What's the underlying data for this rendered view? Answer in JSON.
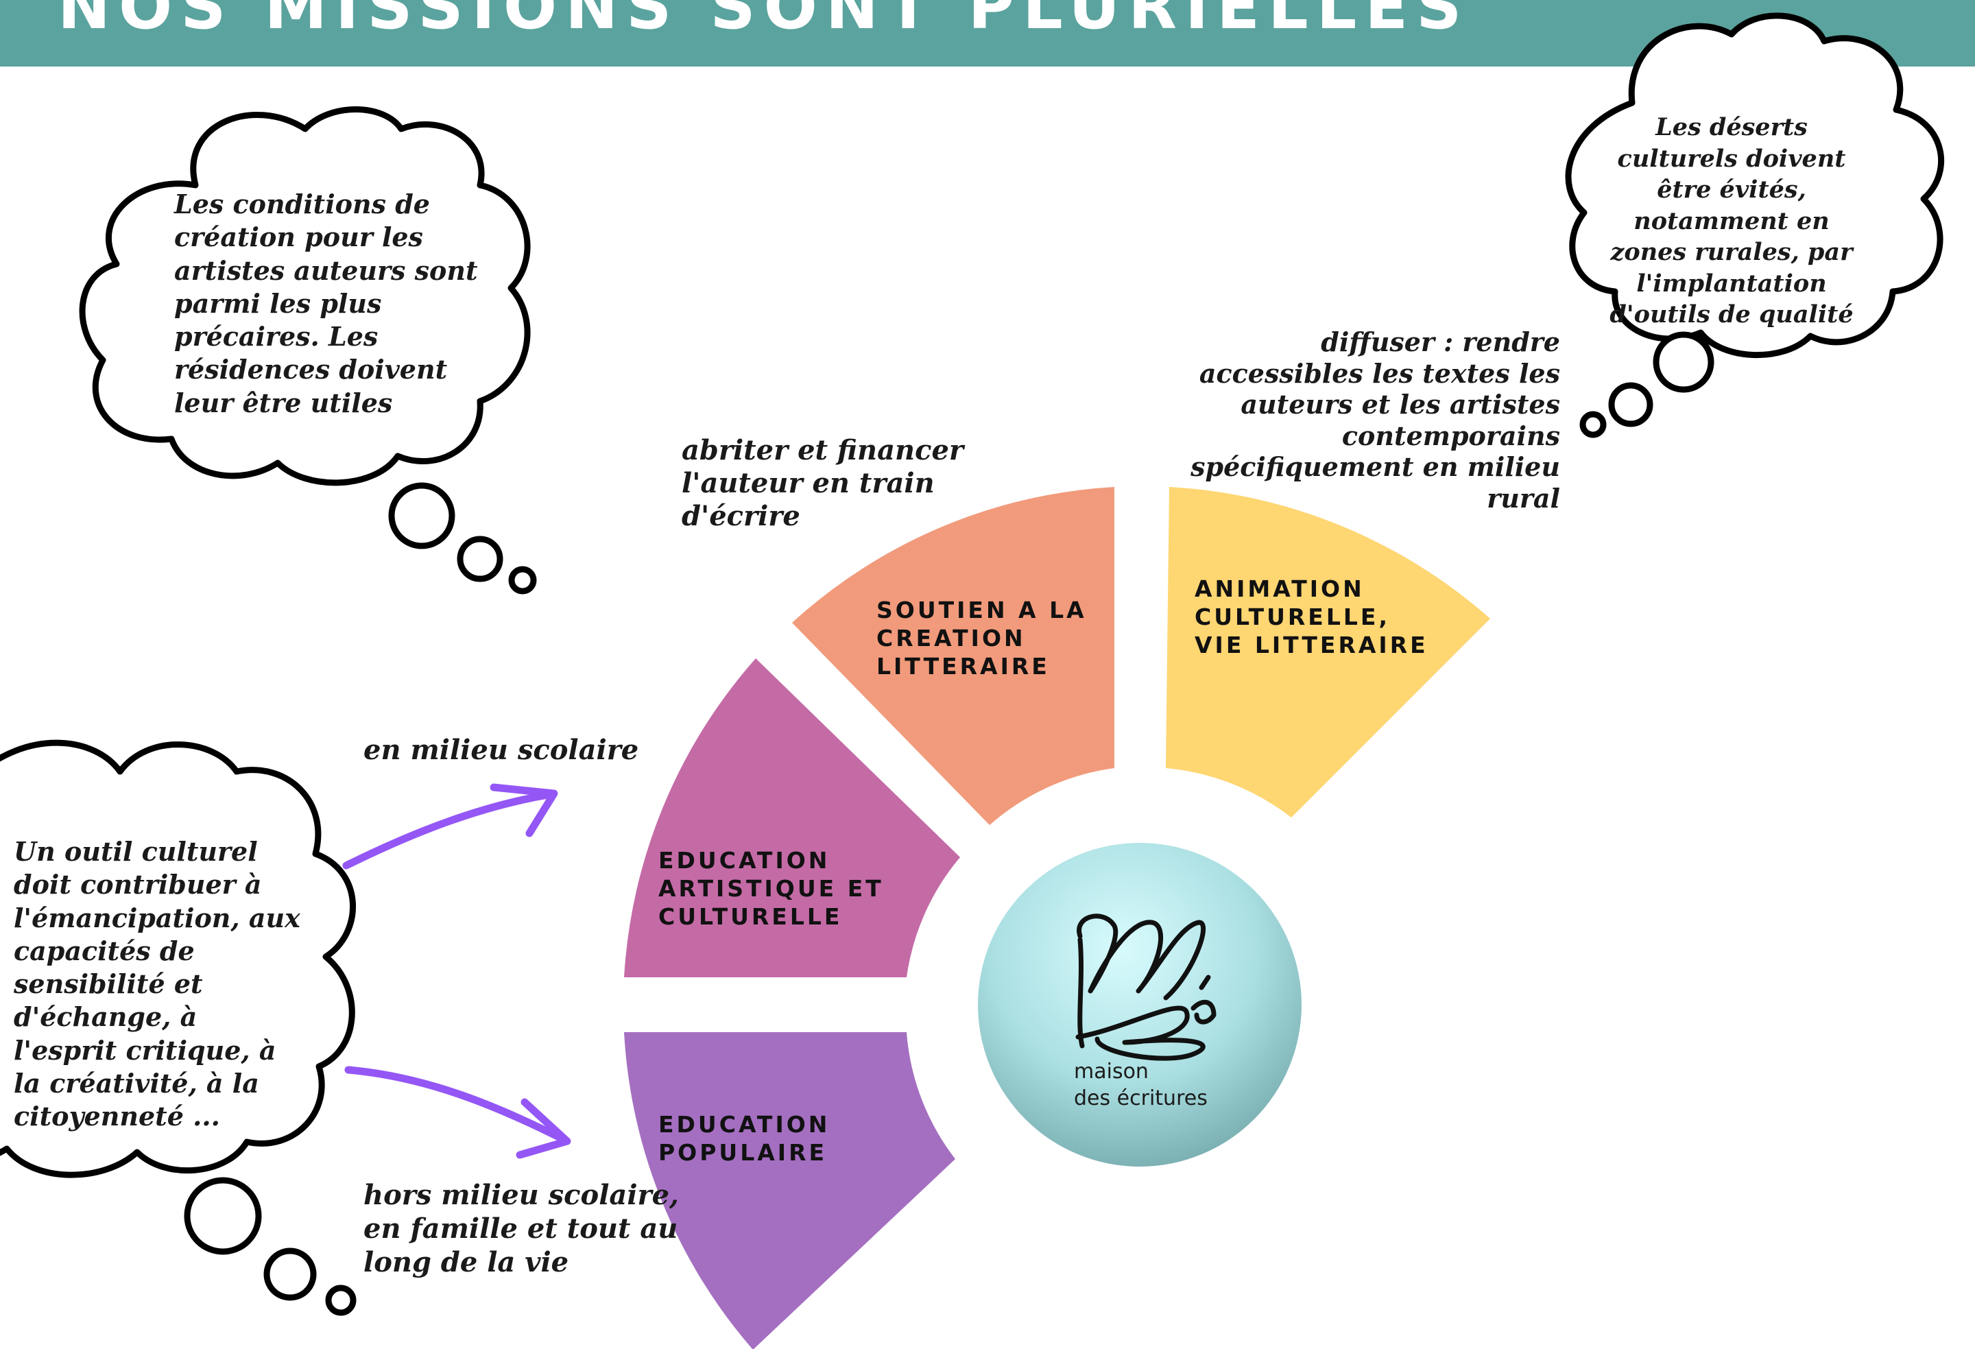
{
  "header": {
    "title": "Nos missions sont plurielles",
    "color": "#5ba39e"
  },
  "thoughts": {
    "top_left": "Les conditions de création pour les artistes auteurs sont parmi les plus précaires. Les résidences doivent leur être utiles",
    "top_right": "Les déserts culturels doivent être évités, notamment en zones rurales, par l'implantation d'outils de qualité",
    "left": "Un outil culturel doit contribuer à l'émancipation, aux capacités de sensibilité et d'échange, à l'esprit critique, à la créativité, à la citoyenneté ..."
  },
  "notes": {
    "diffuser": "diffuser : rendre accessibles les textes les auteurs et les artistes contemporains spécifiquement en milieu rural",
    "abriter": "abriter et financer l'auteur en train d'écrire",
    "milieu_scolaire": "en milieu scolaire",
    "hors_milieu": "hors milieu scolaire, en famille et tout au long de la vie"
  },
  "segments": [
    {
      "id": "soutien",
      "label": "SOUTIEN A LA CREATION LITTERAIRE",
      "color": "#f19b7c"
    },
    {
      "id": "animation",
      "label": "ANIMATION CULTURELLE, VIE LITTERAIRE",
      "color": "#fed672"
    },
    {
      "id": "education-artistique",
      "label": "EDUCATION ARTISTIQUE ET CULTURELLE",
      "color": "#c46ba6"
    },
    {
      "id": "education-populaire",
      "label": "EDUCATION POPULAIRE",
      "color": "#a46fc1"
    }
  ],
  "logo": {
    "line1": "maison",
    "line2": "des écritures"
  },
  "colors": {
    "arrow": "#9457f5",
    "outline": "#000000"
  }
}
